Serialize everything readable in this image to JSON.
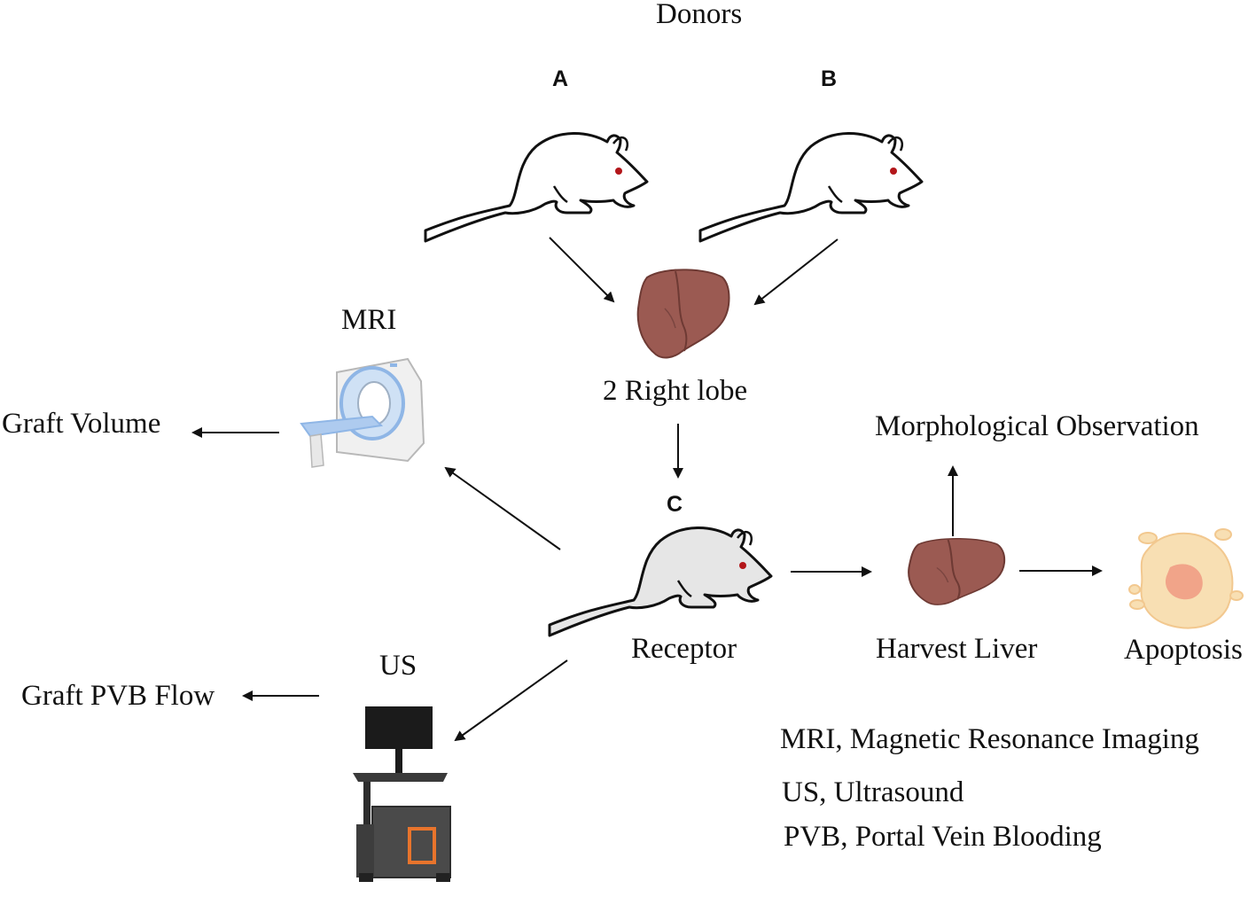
{
  "title": "Donors",
  "panels": {
    "a": "A",
    "b": "B",
    "c": "C"
  },
  "donor_output": "2 Right lobe",
  "receptor": "Receptor",
  "imaging": {
    "mri": {
      "label": "MRI",
      "output": "Graft Volume"
    },
    "us": {
      "label": "US",
      "output": "Graft PVB Flow"
    }
  },
  "harvest": {
    "label": "Harvest Liver",
    "morphology": "Morphological Observation",
    "apoptosis": "Apoptosis"
  },
  "abbreviations": [
    "MRI, Magnetic Resonance Imaging",
    "US, Ultrasound",
    "PVB, Portal Vein Blooding"
  ],
  "colors": {
    "liver": "#9b5a52",
    "liver_dark": "#6e3a34",
    "mouse_receptor_fill": "#e6e6e6",
    "mri_accent": "#8fb6e6",
    "us_console": "#4a4a4a",
    "us_accent": "#e8742c",
    "cell_outer": "#f8dfb3",
    "cell_nucleus": "#f1a489"
  },
  "icons": [
    "mouse-icon",
    "liver-icon",
    "mri-scanner-icon",
    "ultrasound-machine-icon",
    "apoptotic-cell-icon"
  ]
}
